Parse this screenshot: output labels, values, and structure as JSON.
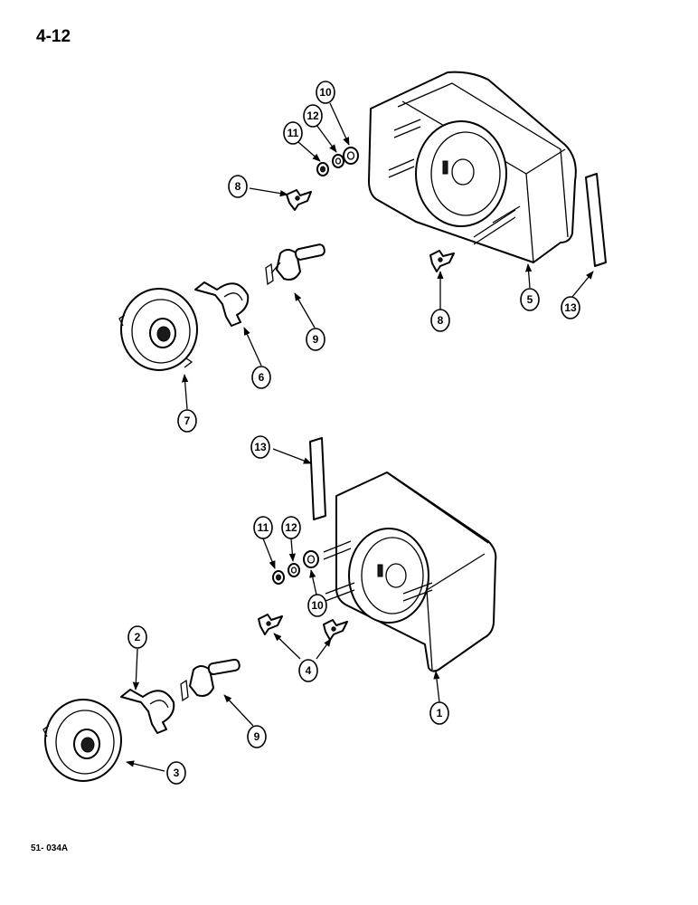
{
  "page_number": "4-12",
  "figure_code": "51- 034A",
  "callouts": {
    "upper": {
      "p10": "10",
      "p12": "12",
      "p11": "11",
      "p8a": "8",
      "p8b": "8",
      "p5": "5",
      "p13": "13",
      "p9": "9",
      "p6": "6",
      "p7": "7"
    },
    "lower": {
      "p13": "13",
      "p11": "11",
      "p12": "12",
      "p10": "10",
      "p4": "4",
      "p2": "2",
      "p9": "9",
      "p1": "1",
      "p3": "3"
    }
  }
}
